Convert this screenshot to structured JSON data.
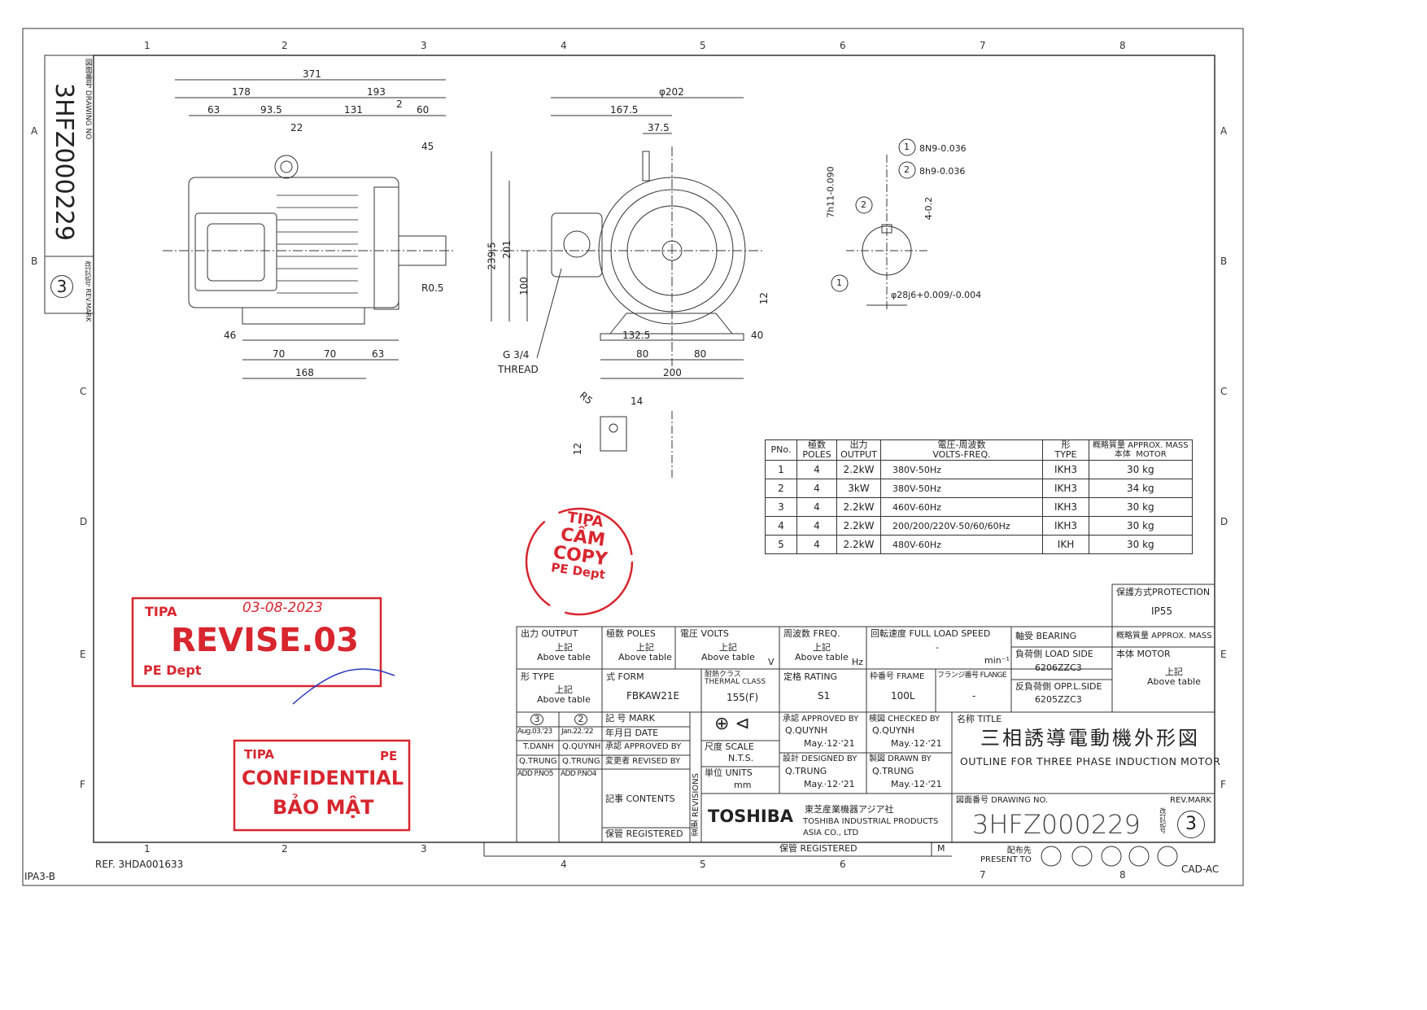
{
  "sheet": {
    "zones_top": [
      "1",
      "2",
      "3",
      "4",
      "5",
      "6",
      "7",
      "8"
    ],
    "zones_bottom": [
      "1",
      "2",
      "3",
      "4",
      "5",
      "6",
      "7",
      "8"
    ],
    "zones_side": [
      "A",
      "B",
      "C",
      "D",
      "E",
      "F"
    ],
    "sheet_code": "IPA3-B",
    "ref": "REF. 3HDA001633",
    "cad": "CAD-AC"
  },
  "side_block": {
    "drawing_no_label": "図面番号 DRAWING NO",
    "drawing_no": "3HFZ000229",
    "rev_label": "改訂記号 REV.MARK",
    "rev": "3"
  },
  "dims": {
    "d371": "371",
    "d178": "178",
    "d193": "193",
    "d63": "63",
    "d93_5": "93.5",
    "d131": "131",
    "d2": "2",
    "d60": "60",
    "d22": "22",
    "d45": "45",
    "r05": "R0.5",
    "d46": "46",
    "d70a": "70",
    "d70b": "70",
    "d63b": "63",
    "d168": "168",
    "phi202": "φ202",
    "d167_5": "167.5",
    "d37_5": "37.5",
    "d239_5": "239.5",
    "d201": "201",
    "d100": "100",
    "d12": "12",
    "d40": "40",
    "d132_5": "132.5",
    "d80a": "80",
    "d80b": "80",
    "d200": "200",
    "thread1": "G  3/4",
    "thread2": "THREAD",
    "r5": "R5",
    "d14": "14",
    "d12b": "12",
    "key1": "8N9-0.036",
    "key2": "8h9-0.036",
    "d7h11": "7h11-0.090",
    "d4": "4-0.2",
    "shaft": "φ28j6+0.009/-0.004",
    "c1": "1",
    "c2": "2",
    "c1b": "1",
    "c2b": "2"
  },
  "ptable": {
    "headers": [
      "PNo.",
      "極数\nPOLES",
      "出力\nOUTPUT",
      "電圧-周波数\nVOLTS-FREQ.",
      "形\nTYPE",
      "概略質量 APPROX. MASS\n本体  MOTOR"
    ],
    "rows": [
      [
        "1",
        "4",
        "2.2kW",
        "380V-50Hz",
        "IKH3",
        "30 kg"
      ],
      [
        "2",
        "4",
        "3kW",
        "380V-50Hz",
        "IKH3",
        "34 kg"
      ],
      [
        "3",
        "4",
        "2.2kW",
        "460V-60Hz",
        "IKH3",
        "30 kg"
      ],
      [
        "4",
        "4",
        "2.2kW",
        "200/200/220V-50/60/60Hz",
        "IKH3",
        "30 kg"
      ],
      [
        "5",
        "4",
        "2.2kW",
        "480V-60Hz",
        "IKH",
        "30 kg"
      ]
    ]
  },
  "protection": {
    "label": "保護方式PROTECTION",
    "value": "IP55"
  },
  "spec": {
    "output_l": "出力 OUTPUT",
    "output_v": "上記\nAbove table",
    "poles_l": "極数 POLES",
    "poles_v": "上記\nAbove table",
    "volts_l": "電圧 VOLTS",
    "volts_v": "上記\nAbove table",
    "volts_u": "V",
    "freq_l": "周波数 FREQ.",
    "freq_v": "上記\nAbove table",
    "freq_u": "Hz",
    "speed_l": "回転速度  FULL LOAD SPEED",
    "speed_v": "-",
    "speed_u": "min⁻¹",
    "bearing_l": "軸受     BEARING",
    "load_l": "負荷側   LOAD SIDE",
    "load_v": "6206ZZC3",
    "opp_l": "反負荷側 OPP.L.SIDE",
    "opp_v": "6205ZZC3",
    "mass_l": "概略質量 APPROX. MASS",
    "motor_l": "本体     MOTOR",
    "mass_v": "上記\nAbove table",
    "type_l": "形    TYPE",
    "type_v": "上記\nAbove table",
    "form_l": "式    FORM",
    "form_v": "FBKAW21E",
    "thermal_l": "耐熱クラス THERMAL CLASS",
    "thermal_v": "155(F)",
    "rating_l": "定格    RATING",
    "rating_v": "S1",
    "frame_l": "枠番号 FRAME",
    "frame_v": "100L",
    "flange_l": "フランジ番号 FLANGE",
    "flange_v": "-"
  },
  "revisions": {
    "cols": [
      {
        "mark": "3",
        "date": "Aug.03.'23",
        "approved": "T.DANH",
        "revised": "Q.TRUNG",
        "contents": "ADD P.NO5"
      },
      {
        "mark": "2",
        "date": "Jan.22.'22",
        "approved": "Q.QUYNH",
        "revised": "Q.TRUNG",
        "contents": "ADD P.NO4"
      }
    ],
    "mark_l": "記  号 MARK",
    "date_l": "年月日 DATE",
    "approved_l": "承認 APPROVED BY",
    "revised_l": "変更者 REVISED BY",
    "contents_l": "記事 CONTENTS",
    "registered_l": "保管 REGISTERED",
    "revisions_l": "変更 REVISIONS"
  },
  "scale": {
    "scale_l": "尺度 SCALE",
    "scale_v": "N.T.S.",
    "units_l": "単位 UNITS",
    "units_v": "mm"
  },
  "people": {
    "approved_l": "承認 APPROVED BY",
    "approved_n": "Q.QUYNH",
    "approved_d": "May.·12·'21",
    "checked_l": "検図 CHECKED BY",
    "checked_n": "Q.QUYNH",
    "checked_d": "May.·12·'21",
    "designed_l": "設計 DESIGNED BY",
    "designed_n": "Q.TRUNG",
    "designed_d": "May.·12·'21",
    "drawn_l": "製図 DRAWN BY",
    "drawn_n": "Q.TRUNG",
    "drawn_d": "May.·12·'21"
  },
  "title": {
    "label": "名称 TITLE",
    "jp": "三相誘導電動機外形図",
    "en": "OUTLINE FOR THREE PHASE INDUCTION MOTOR",
    "dwg_l": "図面番号 DRAWING NO.",
    "dwg": "3HFZ000229",
    "rev_l": "REV.MARK",
    "rev": "3",
    "rev_jp": "改訂記号"
  },
  "company": {
    "logo": "TOSHIBA",
    "jp": "東芝産業機器アジア社",
    "en1": "TOSHIBA INDUSTRIAL PRODUCTS",
    "en2": "ASIA CO., LTD"
  },
  "bottom": {
    "registered": "保管 REGISTERED",
    "m": "M",
    "present_l": "配布先\nPRESENT TO"
  },
  "stamps": {
    "copy": [
      "TIPA",
      "CẤM",
      "COPY",
      "PE Dept"
    ],
    "revise_tipa": "TIPA",
    "revise_date": "03-08-2023",
    "revise": "REVISE.03",
    "revise_dept": "PE Dept",
    "conf_tipa": "TIPA",
    "conf_pe": "PE",
    "conf1": "CONFIDENTIAL",
    "conf2": "BẢO MẬT"
  },
  "colors": {
    "stamp": "#d8262f",
    "line": "#333333"
  }
}
